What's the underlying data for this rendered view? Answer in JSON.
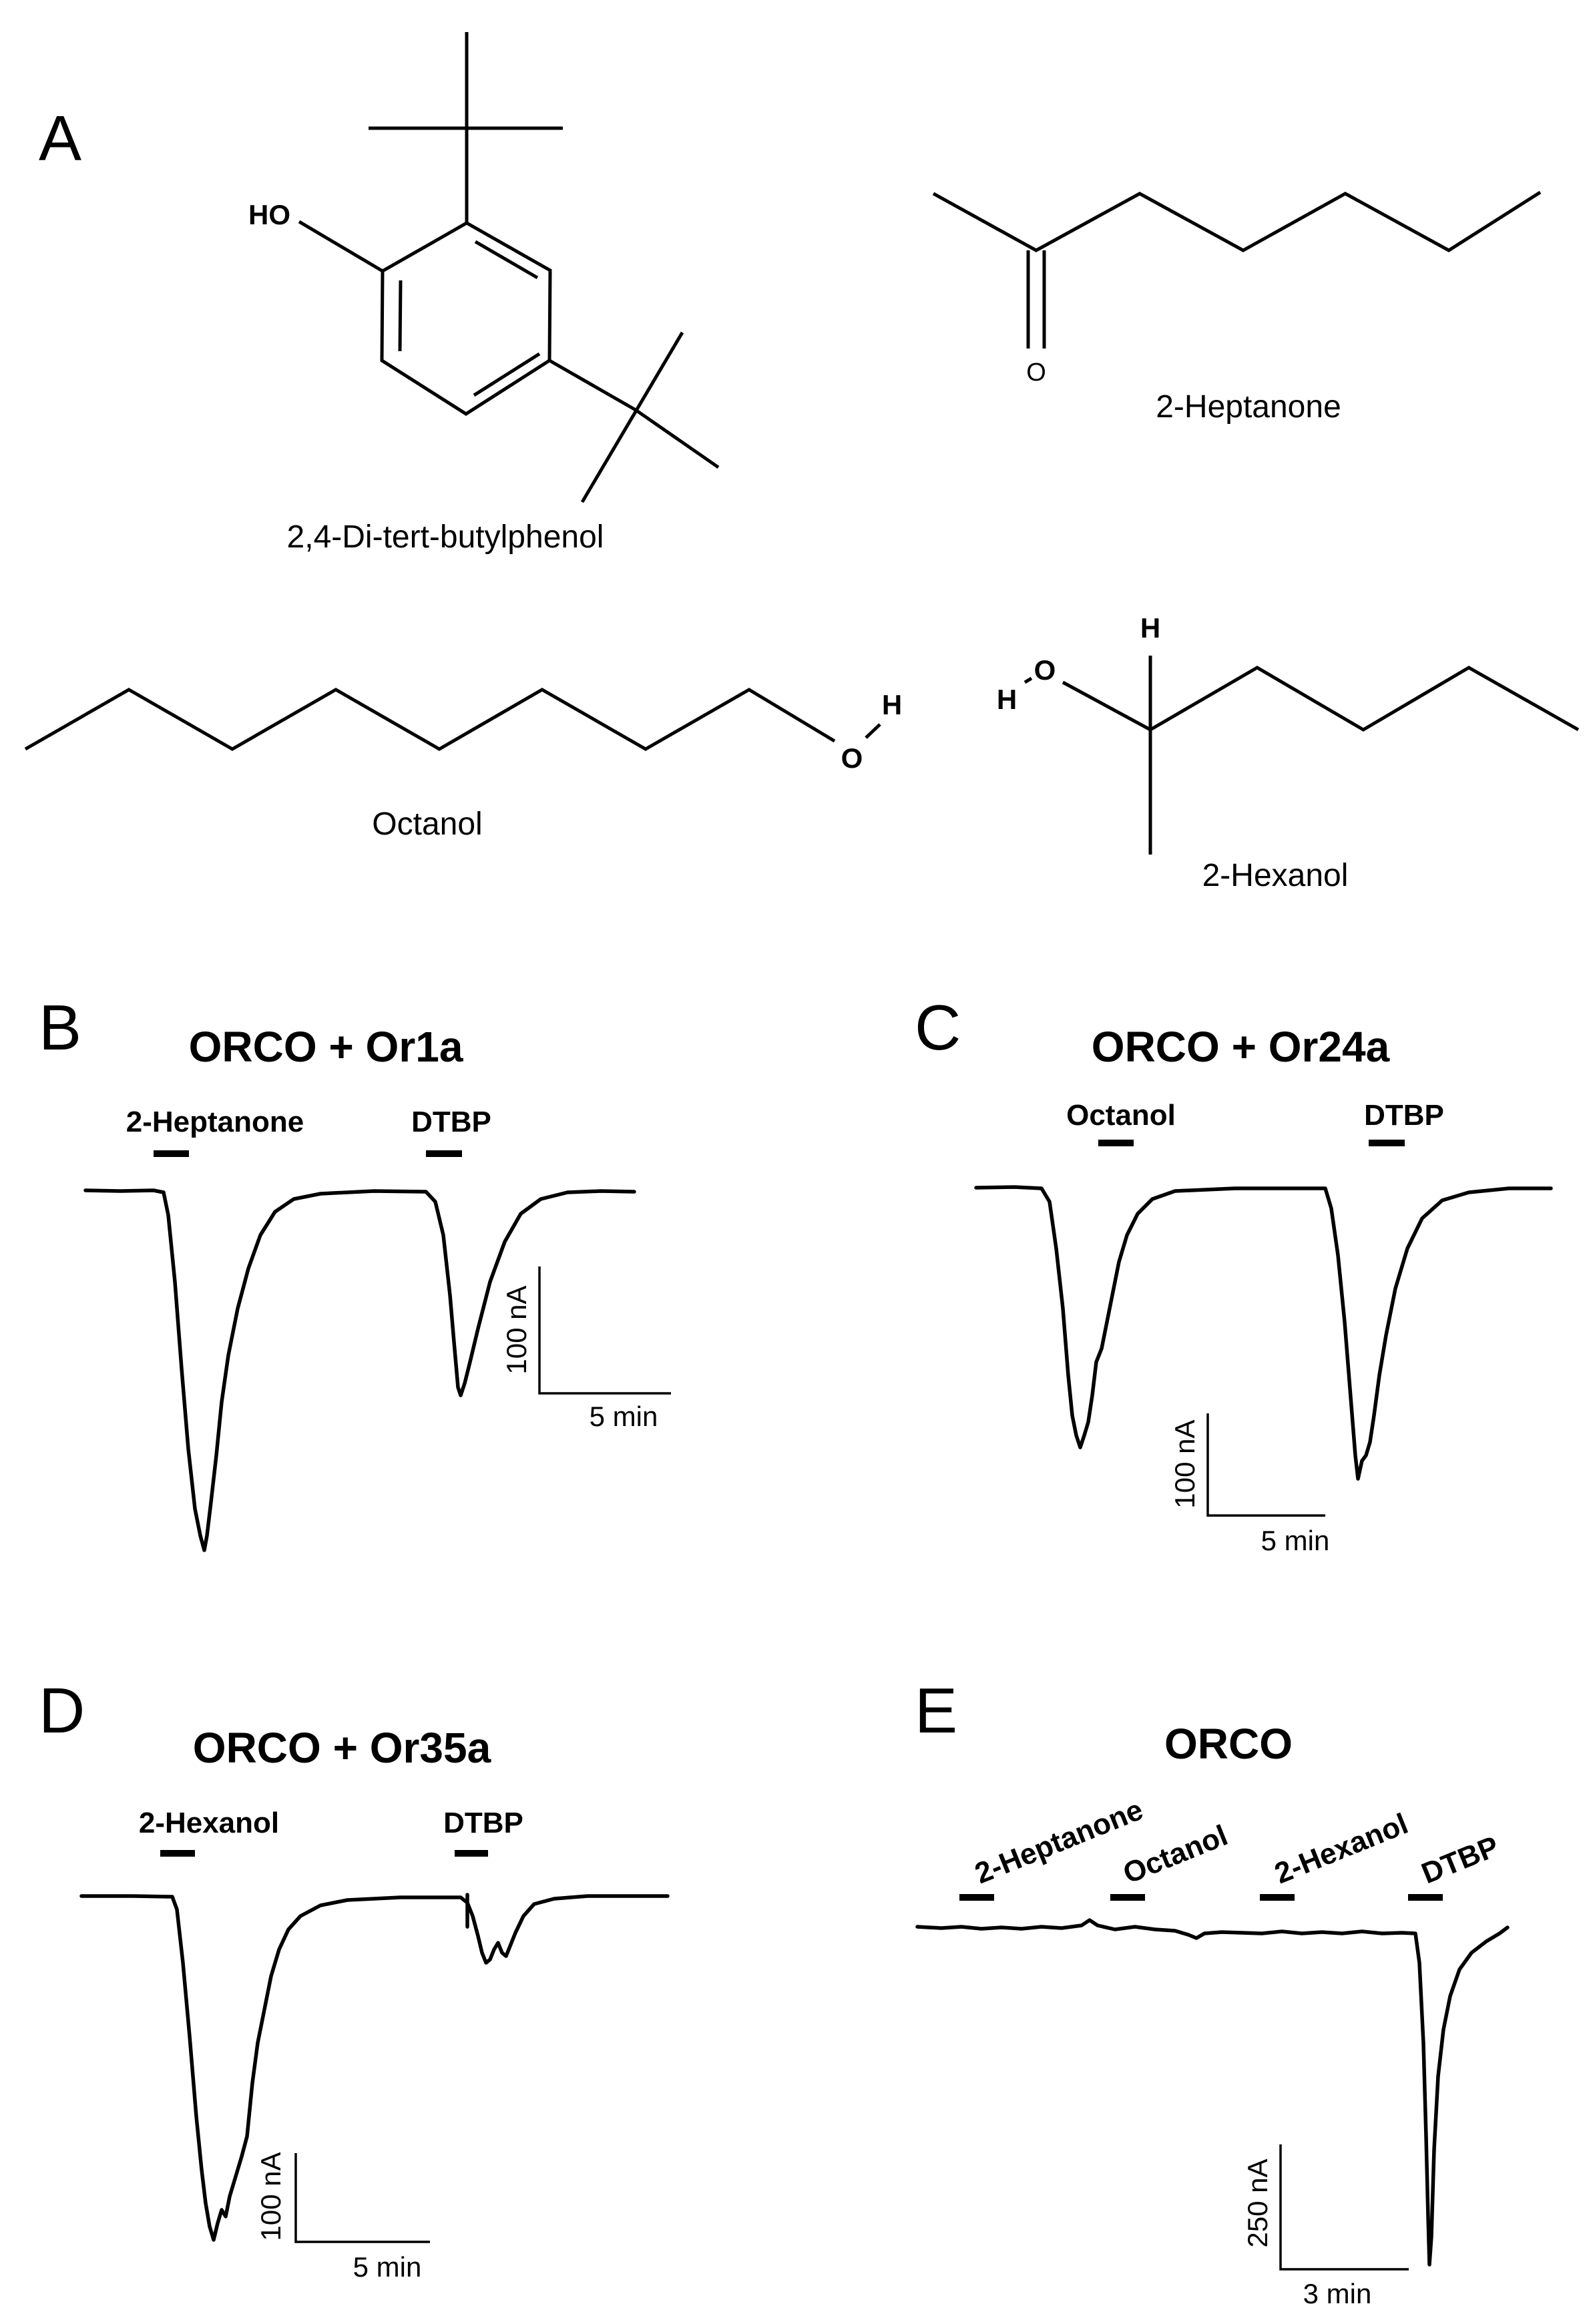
{
  "panel_a": {
    "letter": "A",
    "molecules": {
      "dtbp": {
        "name": "2,4-Di-tert-butylphenol",
        "atom_ho": "HO"
      },
      "heptanone": {
        "name": "2-Heptanone",
        "atom_o": "O"
      },
      "octanol": {
        "name": "Octanol",
        "atom_o": "O",
        "atom_h": "H"
      },
      "hexanol": {
        "name": "2-Hexanol",
        "atom_h_top": "H",
        "atom_o": "O",
        "atom_h_left": "H"
      }
    }
  },
  "panel_b": {
    "letter": "B",
    "title": "ORCO + Or1a",
    "stimuli": [
      "2-Heptanone",
      "DTBP"
    ],
    "scale_y": "100 nA",
    "scale_x": "5 min"
  },
  "panel_c": {
    "letter": "C",
    "title": "ORCO + Or24a",
    "stimuli": [
      "Octanol",
      "DTBP"
    ],
    "scale_y": "100 nA",
    "scale_x": "5 min"
  },
  "panel_d": {
    "letter": "D",
    "title": "ORCO + Or35a",
    "stimuli": [
      "2-Hexanol",
      "DTBP"
    ],
    "scale_y": "100 nA",
    "scale_x": "5 min"
  },
  "panel_e": {
    "letter": "E",
    "title": "ORCO",
    "stimuli": [
      "2-Heptanone",
      "Octanol",
      "2-Hexanol",
      "DTBP"
    ],
    "scale_y": "250 nA",
    "scale_x": "3 min"
  }
}
